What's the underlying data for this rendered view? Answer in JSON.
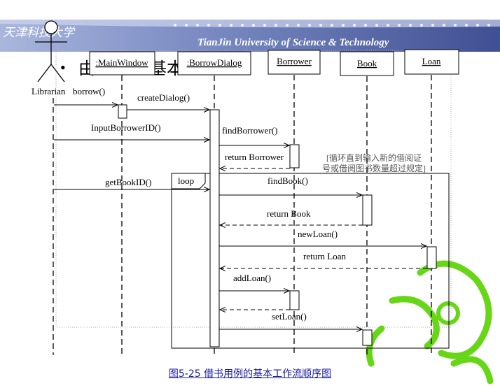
{
  "banner": {
    "school_cn": "天津科技大学",
    "school_en": "TianJin University of Science & Technology"
  },
  "slide": {
    "bullet": "•",
    "heading_visible": "由      处   基本"
  },
  "actor": {
    "name": "Librarian"
  },
  "lifelines": [
    {
      "id": "mainwindow",
      "label": ":MainWindow"
    },
    {
      "id": "borrowdialog",
      "label": ":BorrowDialog"
    },
    {
      "id": "borrower",
      "label": "Borrower"
    },
    {
      "id": "book",
      "label": "Book"
    },
    {
      "id": "loan",
      "label": "Loan"
    }
  ],
  "messages": [
    {
      "id": "borrow",
      "label": "borrow()",
      "type": "call"
    },
    {
      "id": "createDialog",
      "label": "createDialog()",
      "type": "call"
    },
    {
      "id": "inputBorrowerID",
      "label": "InputBorrowerID()",
      "type": "call"
    },
    {
      "id": "findBorrower",
      "label": "findBorrower()",
      "type": "call"
    },
    {
      "id": "returnBorrower",
      "label": "return Borrower",
      "type": "return"
    },
    {
      "id": "getBookID",
      "label": "getBookID()",
      "type": "call"
    },
    {
      "id": "findBook",
      "label": "findBook()",
      "type": "call"
    },
    {
      "id": "returnBook",
      "label": "return Book",
      "type": "return"
    },
    {
      "id": "newLoan",
      "label": "newLoan()",
      "type": "call"
    },
    {
      "id": "returnLoan",
      "label": "return Loan",
      "type": "return"
    },
    {
      "id": "addLoan",
      "label": "addLoan()",
      "type": "call"
    },
    {
      "id": "setLoan",
      "label": "setLoan()",
      "type": "call"
    }
  ],
  "loop": {
    "label": "loop",
    "guard_line1": "[循环直到输入新的借阅证",
    "guard_line2": "号或借阅图书数量超过规定]"
  },
  "caption": "图5-25 借书用例的基本工作流顺序图",
  "colors": {
    "banner_blue": "#6f7fb6",
    "caption_blue": "#1a1aa0",
    "swirl_green": "#5fd40a"
  }
}
